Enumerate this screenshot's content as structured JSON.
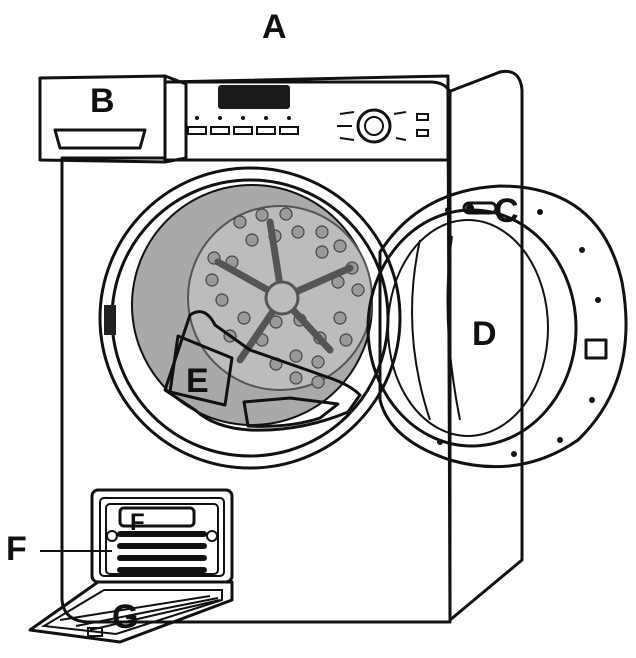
{
  "labels": {
    "a": "A",
    "b": "B",
    "c": "C",
    "d": "D",
    "e": "E",
    "f_outside": "F",
    "f_inside": "F",
    "g": "G"
  }
}
